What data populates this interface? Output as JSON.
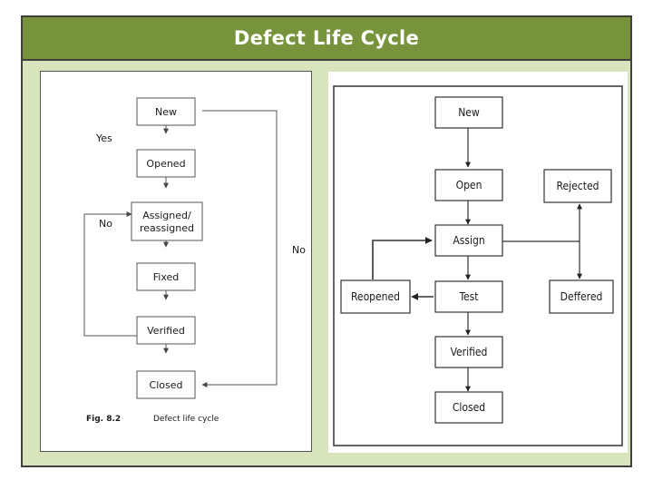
{
  "title": "Defect Life Cycle",
  "left_diagram": {
    "nodes": {
      "new": "New",
      "opened": "Opened",
      "assigned_line1": "Assigned/",
      "assigned_line2": "reassigned",
      "fixed": "Fixed",
      "verified": "Verified",
      "closed": "Closed"
    },
    "labels": {
      "yes": "Yes",
      "no_left": "No",
      "no_right": "No"
    },
    "caption": {
      "fig": "Fig. 8.2",
      "text": "Defect life cycle"
    }
  },
  "right_diagram": {
    "nodes": {
      "new": "New",
      "open": "Open",
      "assign": "Assign",
      "test": "Test",
      "verified": "Verified",
      "closed": "Closed",
      "rejected": "Rejected",
      "deffered": "Deffered",
      "reopened": "Reopened"
    }
  },
  "colors": {
    "title_bar": "#77933c",
    "background": "#d8e4bc",
    "node_fill": "#ffffff",
    "stroke": "#333333"
  }
}
